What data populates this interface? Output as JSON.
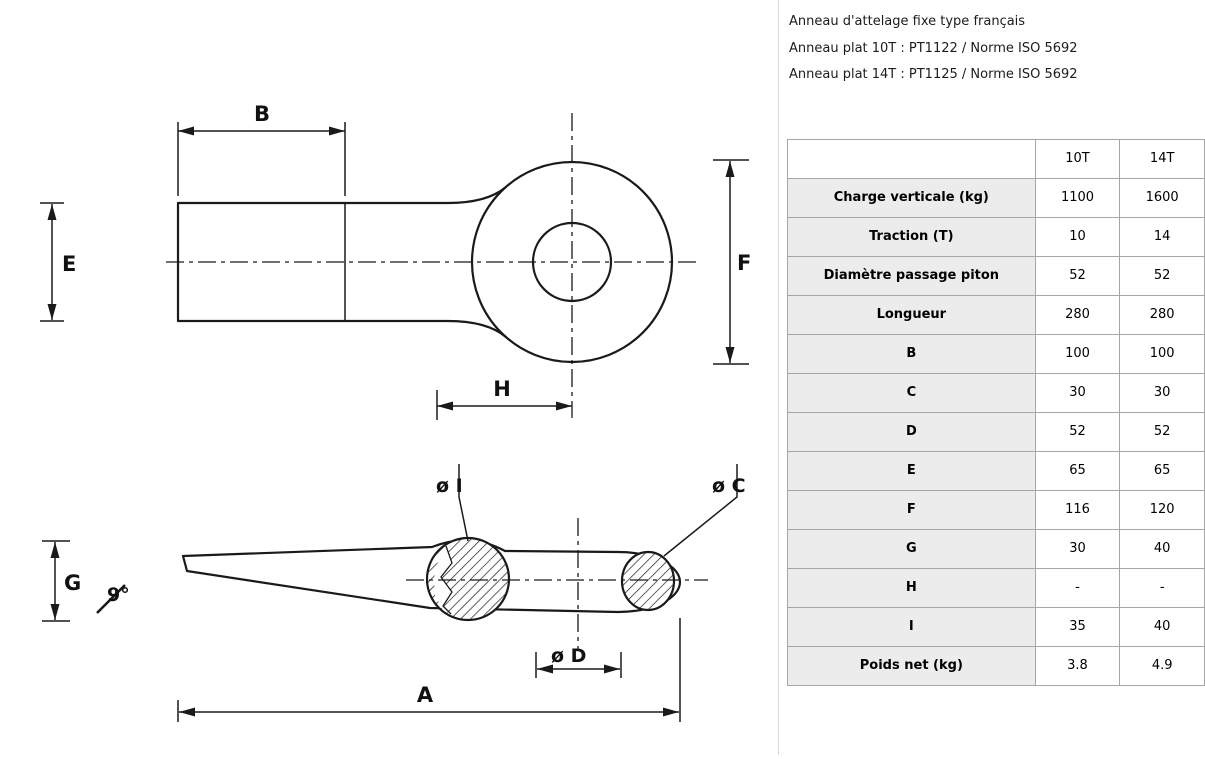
{
  "panel": {
    "title_lines": [
      "Anneau d'attelage fixe type français",
      "Anneau plat 10T : PT1122 / Norme ISO 5692",
      "Anneau plat 14T : PT1125 / Norme ISO 5692"
    ]
  },
  "table": {
    "col_headers": [
      "",
      "10T",
      "14T"
    ],
    "rows": [
      {
        "label": "Charge verticale (kg)",
        "c10": "1100",
        "c14": "1600"
      },
      {
        "label": "Traction (T)",
        "c10": "10",
        "c14": "14"
      },
      {
        "label": "Diamètre passage piton",
        "c10": "52",
        "c14": "52"
      },
      {
        "label": "Longueur",
        "c10": "280",
        "c14": "280"
      },
      {
        "label": "B",
        "c10": "100",
        "c14": "100"
      },
      {
        "label": "C",
        "c10": "30",
        "c14": "30"
      },
      {
        "label": "D",
        "c10": "52",
        "c14": "52"
      },
      {
        "label": "E",
        "c10": "65",
        "c14": "65"
      },
      {
        "label": "F",
        "c10": "116",
        "c14": "120"
      },
      {
        "label": "G",
        "c10": "30",
        "c14": "40"
      },
      {
        "label": "H",
        "c10": "-",
        "c14": "-"
      },
      {
        "label": "I",
        "c10": "35",
        "c14": "40"
      },
      {
        "label": "Poids net (kg)",
        "c10": "3.8",
        "c14": "4.9"
      }
    ]
  },
  "drawing": {
    "labels": {
      "B": "B",
      "E": "E",
      "F": "F",
      "H": "H",
      "G": "G",
      "A": "A",
      "angle": "9°",
      "dia_I": "ø I",
      "dia_C": "ø C",
      "dia_D": "ø D"
    }
  }
}
